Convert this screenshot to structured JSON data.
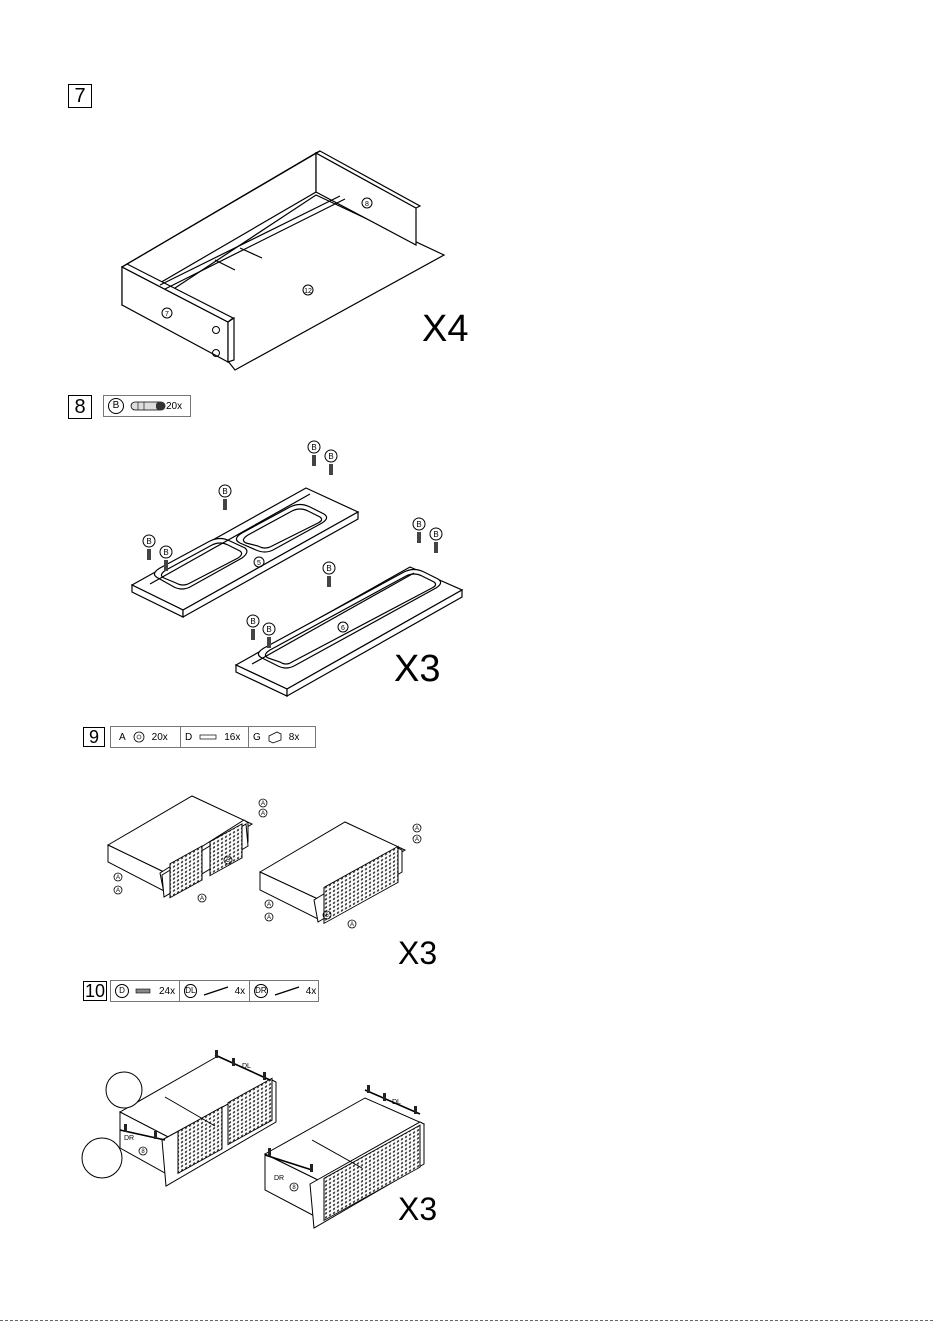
{
  "steps": [
    {
      "number": "7",
      "multiplier": "X4",
      "labels": [
        "8",
        "12",
        "7"
      ]
    },
    {
      "number": "8",
      "multiplier": "X3",
      "parts": [
        {
          "id": "B",
          "qty": "20x"
        }
      ],
      "labels": [
        "5",
        "6"
      ],
      "callout": "B"
    },
    {
      "number": "9",
      "multiplier": "X3",
      "parts": [
        {
          "id": "A",
          "qty": "20x"
        },
        {
          "id": "D",
          "qty": "16x"
        },
        {
          "id": "G",
          "qty": "8x"
        }
      ],
      "labels": [
        "5",
        "6"
      ],
      "callout": "A"
    },
    {
      "number": "10",
      "multiplier": "X3",
      "parts": [
        {
          "id": "D",
          "qty": "24x"
        },
        {
          "id": "DL",
          "qty": "4x"
        },
        {
          "id": "DR",
          "qty": "4x"
        }
      ],
      "labels": [
        "DL",
        "DR",
        "8"
      ]
    }
  ],
  "icons": {
    "dowel": "dowel-icon",
    "cam-lock": "cam-lock-icon",
    "screw": "screw-icon",
    "bracket": "bracket-icon",
    "rail": "drawer-rail-icon"
  }
}
